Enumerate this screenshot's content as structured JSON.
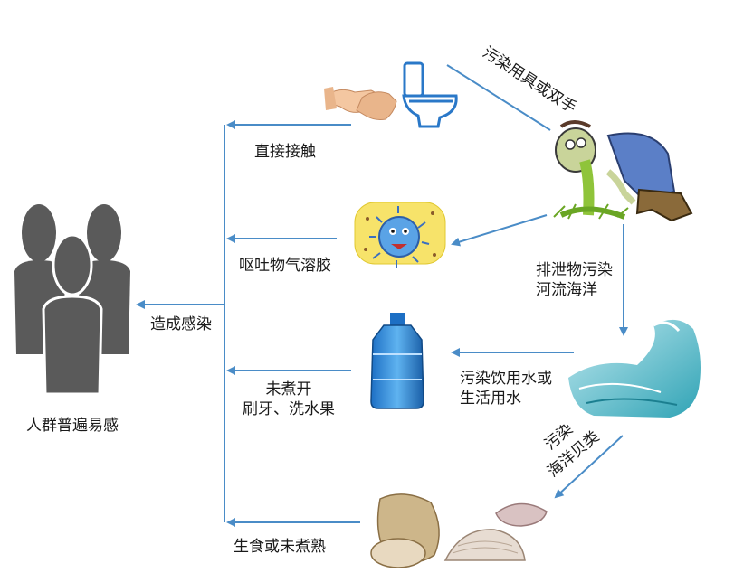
{
  "diagram": {
    "people": {
      "label": "人群普遍易感"
    },
    "infection": {
      "label": "造成感染"
    },
    "routes": [
      {
        "id": "direct",
        "label": "直接接触"
      },
      {
        "id": "aerosol",
        "label": "呕吐物气溶胶"
      },
      {
        "id": "water",
        "label_lines": [
          "未煮开",
          "刷牙、洗水果"
        ]
      },
      {
        "id": "food",
        "label": "生食或未煮熟"
      }
    ],
    "sources": [
      {
        "id": "contaminate",
        "label": "污染用具或双手"
      },
      {
        "id": "excreta",
        "label_lines": [
          "排泄物污染",
          "河流海洋"
        ]
      },
      {
        "id": "drinking",
        "label_lines": [
          "污染饮用水或",
          "生活用水"
        ]
      },
      {
        "id": "seafood",
        "label_lines": [
          "污染",
          "海洋贝类"
        ]
      }
    ],
    "colors": {
      "arrow": "#4a8cc7",
      "people": "#5a5a5a"
    }
  }
}
